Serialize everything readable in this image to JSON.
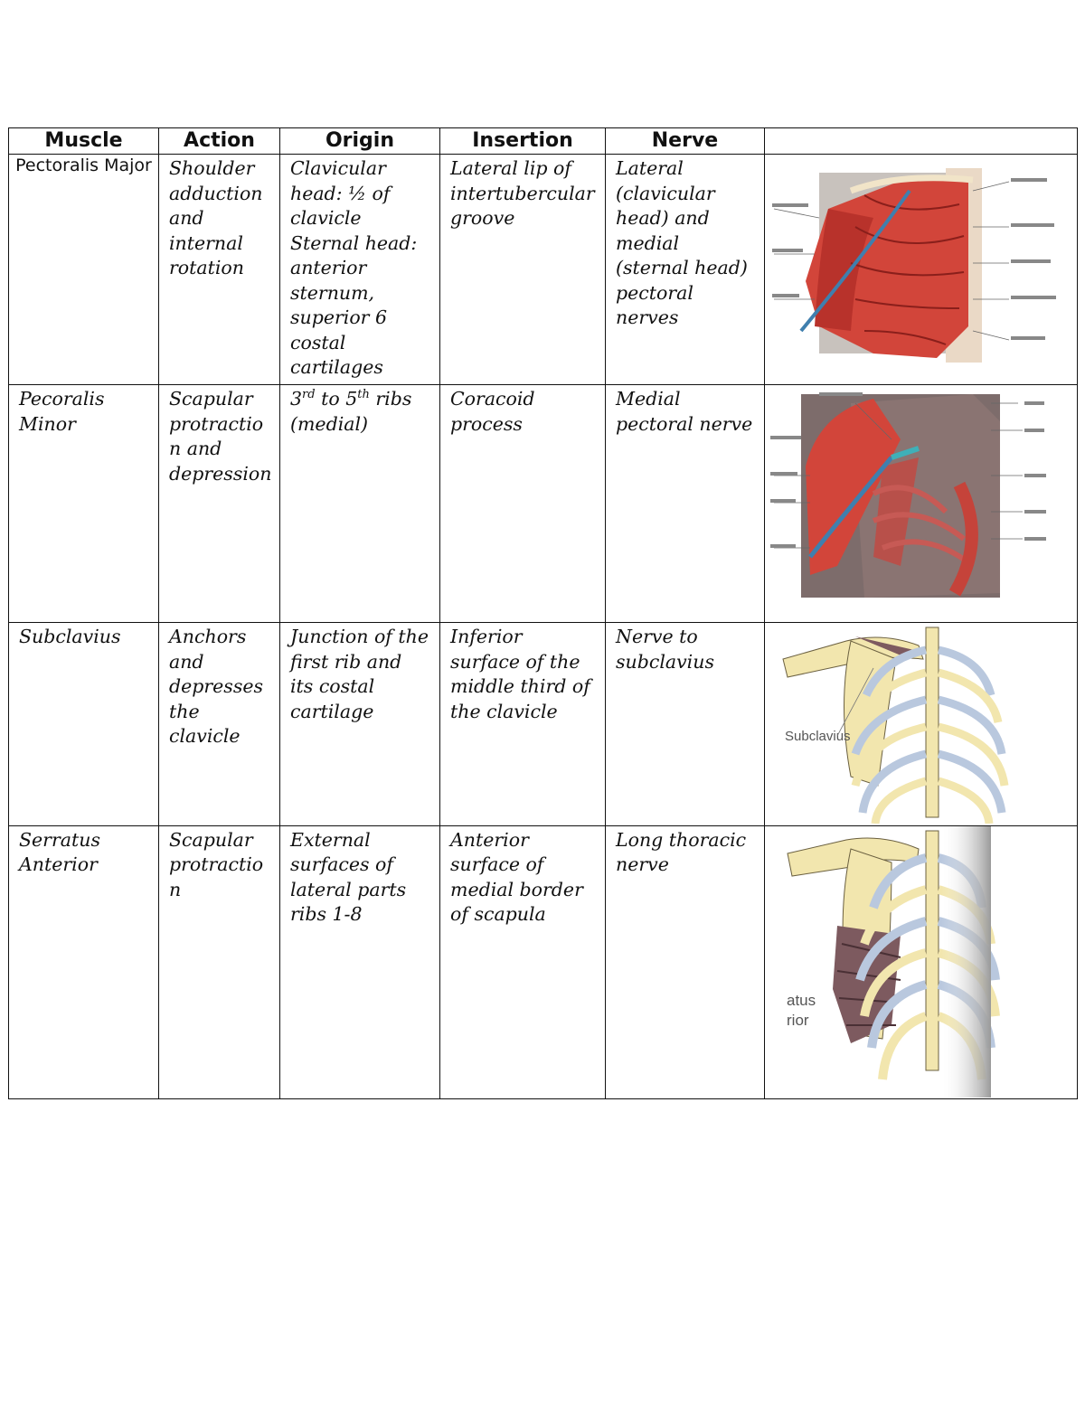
{
  "table": {
    "headers": [
      "Muscle",
      "Action",
      "Origin",
      "Insertion",
      "Nerve",
      ""
    ],
    "rows": [
      {
        "muscle": "Pectoralis Major",
        "action": "Shoulder adduction and internal rotation",
        "origin": "Clavicular head: ½ of clavicle Sternal head: anterior sternum, superior 6 costal cartilages",
        "insertion": "Lateral lip of intertubercular groove",
        "nerve": "Lateral (clavicular head) and medial (sternal head) pectoral nerves",
        "figure_icon": "pectoralis-major-anatomy-illustration"
      },
      {
        "muscle": "Pecoralis Minor",
        "action": "Scapular protractio n and depression",
        "origin_parts": {
          "a": "3",
          "a_sup": "rd",
          "b": " to 5",
          "b_sup": "th",
          "c": " ribs (medial)"
        },
        "insertion": "Coracoid process",
        "nerve": "Medial pectoral nerve",
        "figure_icon": "pectoralis-minor-anatomy-illustration"
      },
      {
        "muscle": "Subclavius",
        "action": "Anchors and depresses the clavicle",
        "origin": "Junction of the first rib and its costal cartilage",
        "insertion": "Inferior surface of the middle third of the clavicle",
        "nerve": "Nerve to subclavius",
        "figure_label": "Subclavius",
        "figure_icon": "subclavius-skeleton-illustration"
      },
      {
        "muscle": "Serratus Anterior",
        "action": "Scapular protractio n",
        "origin": "External surfaces of lateral parts ribs 1-8",
        "insertion": "Anterior surface of medial border of scapula",
        "nerve": "Long thoracic nerve",
        "figure_label_1": "atus",
        "figure_label_2": "rior",
        "figure_icon": "serratus-anterior-skeleton-illustration"
      }
    ]
  },
  "colors": {
    "muscle": "#d2453a",
    "bone": "#f2e6ae",
    "cartilage": "#b9c8de",
    "border": "#111111"
  }
}
